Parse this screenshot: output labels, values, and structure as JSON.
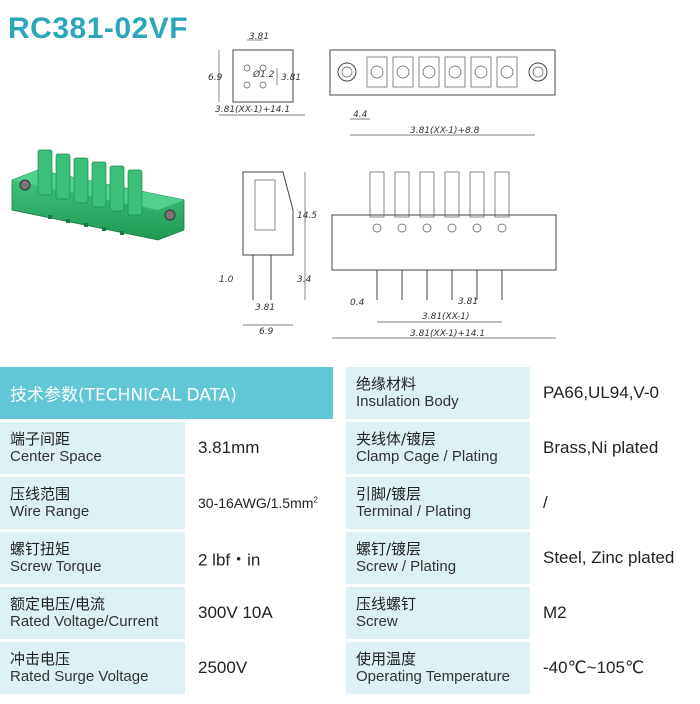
{
  "title": "RC381-02VF",
  "dimensions": {
    "pitch": "3.81",
    "hole": "Ø1.2",
    "pitch_v": "3.81",
    "height_small": "6.9",
    "top_total": "3.81(XX-1)+14.1",
    "top_offset": "4.4",
    "top_span": "3.81(XX-1)+8.8",
    "side_height": "14.5",
    "side_pin": "3.4",
    "side_pin_offset": "1.0",
    "side_pitch": "3.81",
    "side_width": "6.9",
    "front_pin": "0.4",
    "front_pitch": "3.81",
    "front_span": "3.81(XX-1)",
    "front_total": "3.81(XX-1)+14.1"
  },
  "table": {
    "header": "技术参数(TECHNICAL DATA)",
    "left_rows": [
      {
        "cn": "端子间距",
        "en": "Center Space",
        "value": "3.81mm"
      },
      {
        "cn": "压线范围",
        "en": "Wire Range",
        "value": "30-16AWG/1.5mm",
        "sup": "2"
      },
      {
        "cn": "螺钉扭矩",
        "en": "Screw Torque",
        "value": "2 lbf・in"
      },
      {
        "cn": "额定电压/电流",
        "en": "Rated Voltage/Current",
        "value": "300V 10A"
      },
      {
        "cn": "冲击电压",
        "en": "Rated Surge Voltage",
        "value": "2500V"
      }
    ],
    "right_rows": [
      {
        "cn": "绝缘材料",
        "en": "Insulation Body",
        "value": "PA66,UL94,V-0"
      },
      {
        "cn": "夹线体/镀层",
        "en": "Clamp Cage / Plating",
        "value": "Brass,Ni plated"
      },
      {
        "cn": "引脚/镀层",
        "en": "Terminal / Plating",
        "value": "/"
      },
      {
        "cn": "螺钉/镀层",
        "en": "Screw / Plating",
        "value": "Steel, Zinc plated"
      },
      {
        "cn": "压线螺钉",
        "en": "Screw",
        "value": "M2"
      },
      {
        "cn": "使用温度",
        "en": "Operating Temperature",
        "value": "-40℃~105℃"
      }
    ]
  },
  "colors": {
    "accent": "#2aa6bd",
    "header": "#61c6d6",
    "label_bg": "#ddf0f4",
    "product_green": "#2fb36a"
  }
}
